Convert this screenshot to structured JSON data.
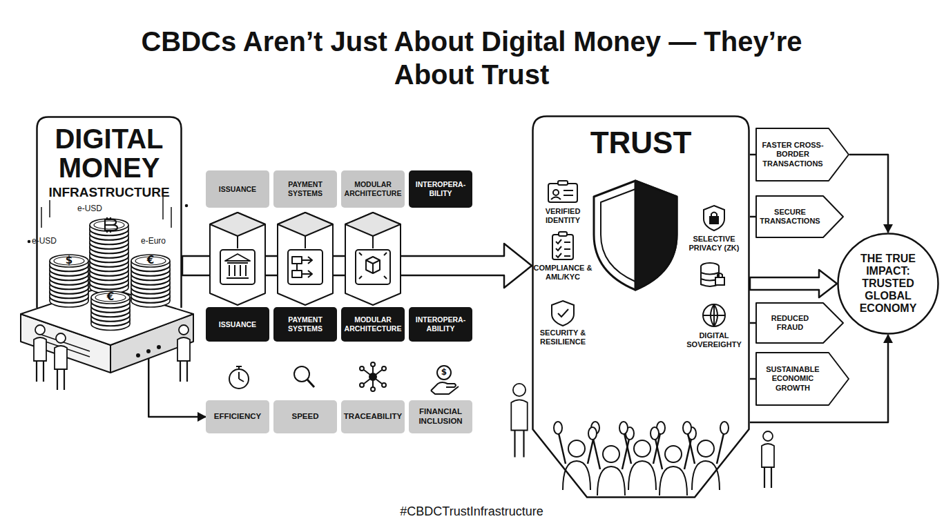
{
  "diagram": {
    "title": "CBDCs Aren’t Just About Digital Money — They’re About Trust",
    "caption": "#CBDCTrustInfrastructure",
    "nodes": [
      {
        "text": [
          "DIGITAL MONEY",
          "INFRASTRUCTURE"
        ]
      },
      {
        "text": [
          "ISSUANCE"
        ]
      },
      {
        "text": [
          "PAYMENT SYSTEMS"
        ]
      },
      {
        "text": [
          "MODULAR ARCHITECTURE"
        ]
      },
      {
        "text": [
          "INTEROPERA- BILITY"
        ]
      },
      {
        "text": [
          "ISSUANCE"
        ]
      },
      {
        "text": [
          "PAYMENT SYSTEMS"
        ]
      },
      {
        "text": [
          "MODULAR ARCHITECTURE"
        ]
      },
      {
        "text": [
          "INTEROPERA- ABILITY"
        ]
      },
      {
        "text": [
          "EFFICIENCY"
        ]
      },
      {
        "text": [
          "SPEED"
        ]
      },
      {
        "text": [
          "TRACEABILITY"
        ]
      },
      {
        "text": [
          "FINANCIAL INCLUSION"
        ]
      },
      {
        "text": [
          "TRUST"
        ]
      },
      {
        "text": [
          "FASTER CROSS-BORDER TRANSACTIONS"
        ]
      },
      {
        "text": [
          "SECURE TRANSACTIONS"
        ]
      },
      {
        "text": [
          "REDUCED FRAUD"
        ]
      },
      {
        "text": [
          "SUSTAINABLE ECONOMIC GROWTH"
        ]
      },
      {
        "text": [
          "THE TRUE IMPACT: TRUSTED GLOBAL ECONOMY"
        ]
      }
    ],
    "edges": [
      {
        "from": 0,
        "to": 13,
        "arrow": "to"
      },
      {
        "from": 0,
        "to": 9,
        "arrow": "to"
      },
      {
        "from": 13,
        "to": 14,
        "arrow": "none"
      },
      {
        "from": 13,
        "to": 15,
        "arrow": "none"
      },
      {
        "from": 13,
        "to": 16,
        "arrow": "none"
      },
      {
        "from": 13,
        "to": 17,
        "arrow": "none"
      },
      {
        "from": 13,
        "to": 18,
        "arrow": "to"
      },
      {
        "from": 14,
        "to": 18,
        "arrow": "to"
      },
      {
        "from": 13,
        "to": 18,
        "arrow": "to"
      }
    ],
    "labels": [
      "e-USD",
      "e-USD",
      "e-Euro",
      "$",
      "€",
      "€",
      "$",
      "VERIFIED IDENTITY",
      "COMPLIANCE & AML/KYC",
      "SECURITY & RESILIENCE",
      "SELECTIVE PRIVACY (ZK)",
      "DIGITAL SOVEREIGHTY"
    ]
  }
}
